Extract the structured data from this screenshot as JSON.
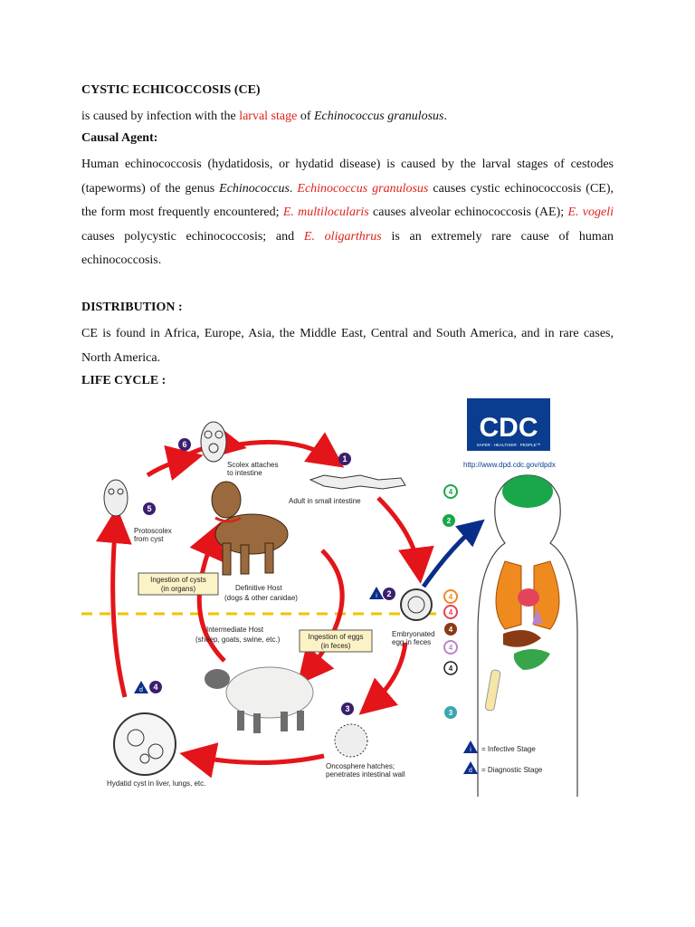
{
  "doc": {
    "title": "CYSTIC ECHICOCCOSIS (CE)",
    "intro": {
      "pre": "is caused by infection with the ",
      "red": "larval stage",
      "mid": " of ",
      "ital": "Echinococcus granulosus",
      "post": "."
    },
    "causal_heading": "Causal Agent:",
    "causal": {
      "s1": "Human echinococcosis (hydatidosis, or hydatid disease) is caused by the larval stages of cestodes (tapeworms) of the genus ",
      "genus": "Echinococcus",
      "s2": ". ",
      "eg": "Echinococcus granulosus",
      "s3": " causes cystic echinococcosis (CE), the form most frequently encountered; ",
      "em": "E. multilocularis",
      "s4": " causes alveolar echinococcosis (AE); ",
      "ev": "E. vogeli",
      "s5": " causes polycystic echinococcosis; and ",
      "eo": "E. oligarthrus",
      "s6": " is an extremely rare cause of human echinococcosis."
    },
    "distribution_heading": "DISTRIBUTION :",
    "distribution": "CE is found in Africa, Europe, Asia, the Middle East, Central and South America, and in rare cases, North America.",
    "life_heading": "LIFE CYCLE :"
  },
  "diagram": {
    "cdc_logo": "CDC",
    "cdc_tagline": "SAFER · HEALTHIER · PEOPLE™",
    "cdc_url": "http://www.dpd.cdc.gov/dpdx",
    "scolex": [
      "Scolex attaches",
      "to intestine"
    ],
    "adult": "Adult in small intestine",
    "protoscolex": [
      "Protoscolex",
      "from cyst"
    ],
    "ingest_cysts": [
      "Ingestion of cysts",
      "(in organs)"
    ],
    "definitive": [
      "Definitive Host",
      "(dogs & other canidae)"
    ],
    "intermediate": [
      "Intermediate Host",
      "(sheep, goats, swine, etc.)"
    ],
    "ingest_eggs": [
      "Ingestion of eggs",
      "(in feces)"
    ],
    "egg": [
      "Embryonated",
      "egg in feces"
    ],
    "hydatid": "Hydatid cyst in liver, lungs, etc.",
    "oncosphere": [
      "Oncosphere hatches;",
      "penetrates intestinal wall"
    ],
    "legend_i": "= Infective Stage",
    "legend_d": "= Diagnostic Stage",
    "num": [
      "1",
      "2",
      "3",
      "4",
      "5",
      "6"
    ],
    "i": "i",
    "d": "d",
    "colors": {
      "arrow": "#e3151a",
      "blue_arrow": "#0b2d8a",
      "dash": "#f2c200",
      "step": "#3b1f6e"
    }
  }
}
